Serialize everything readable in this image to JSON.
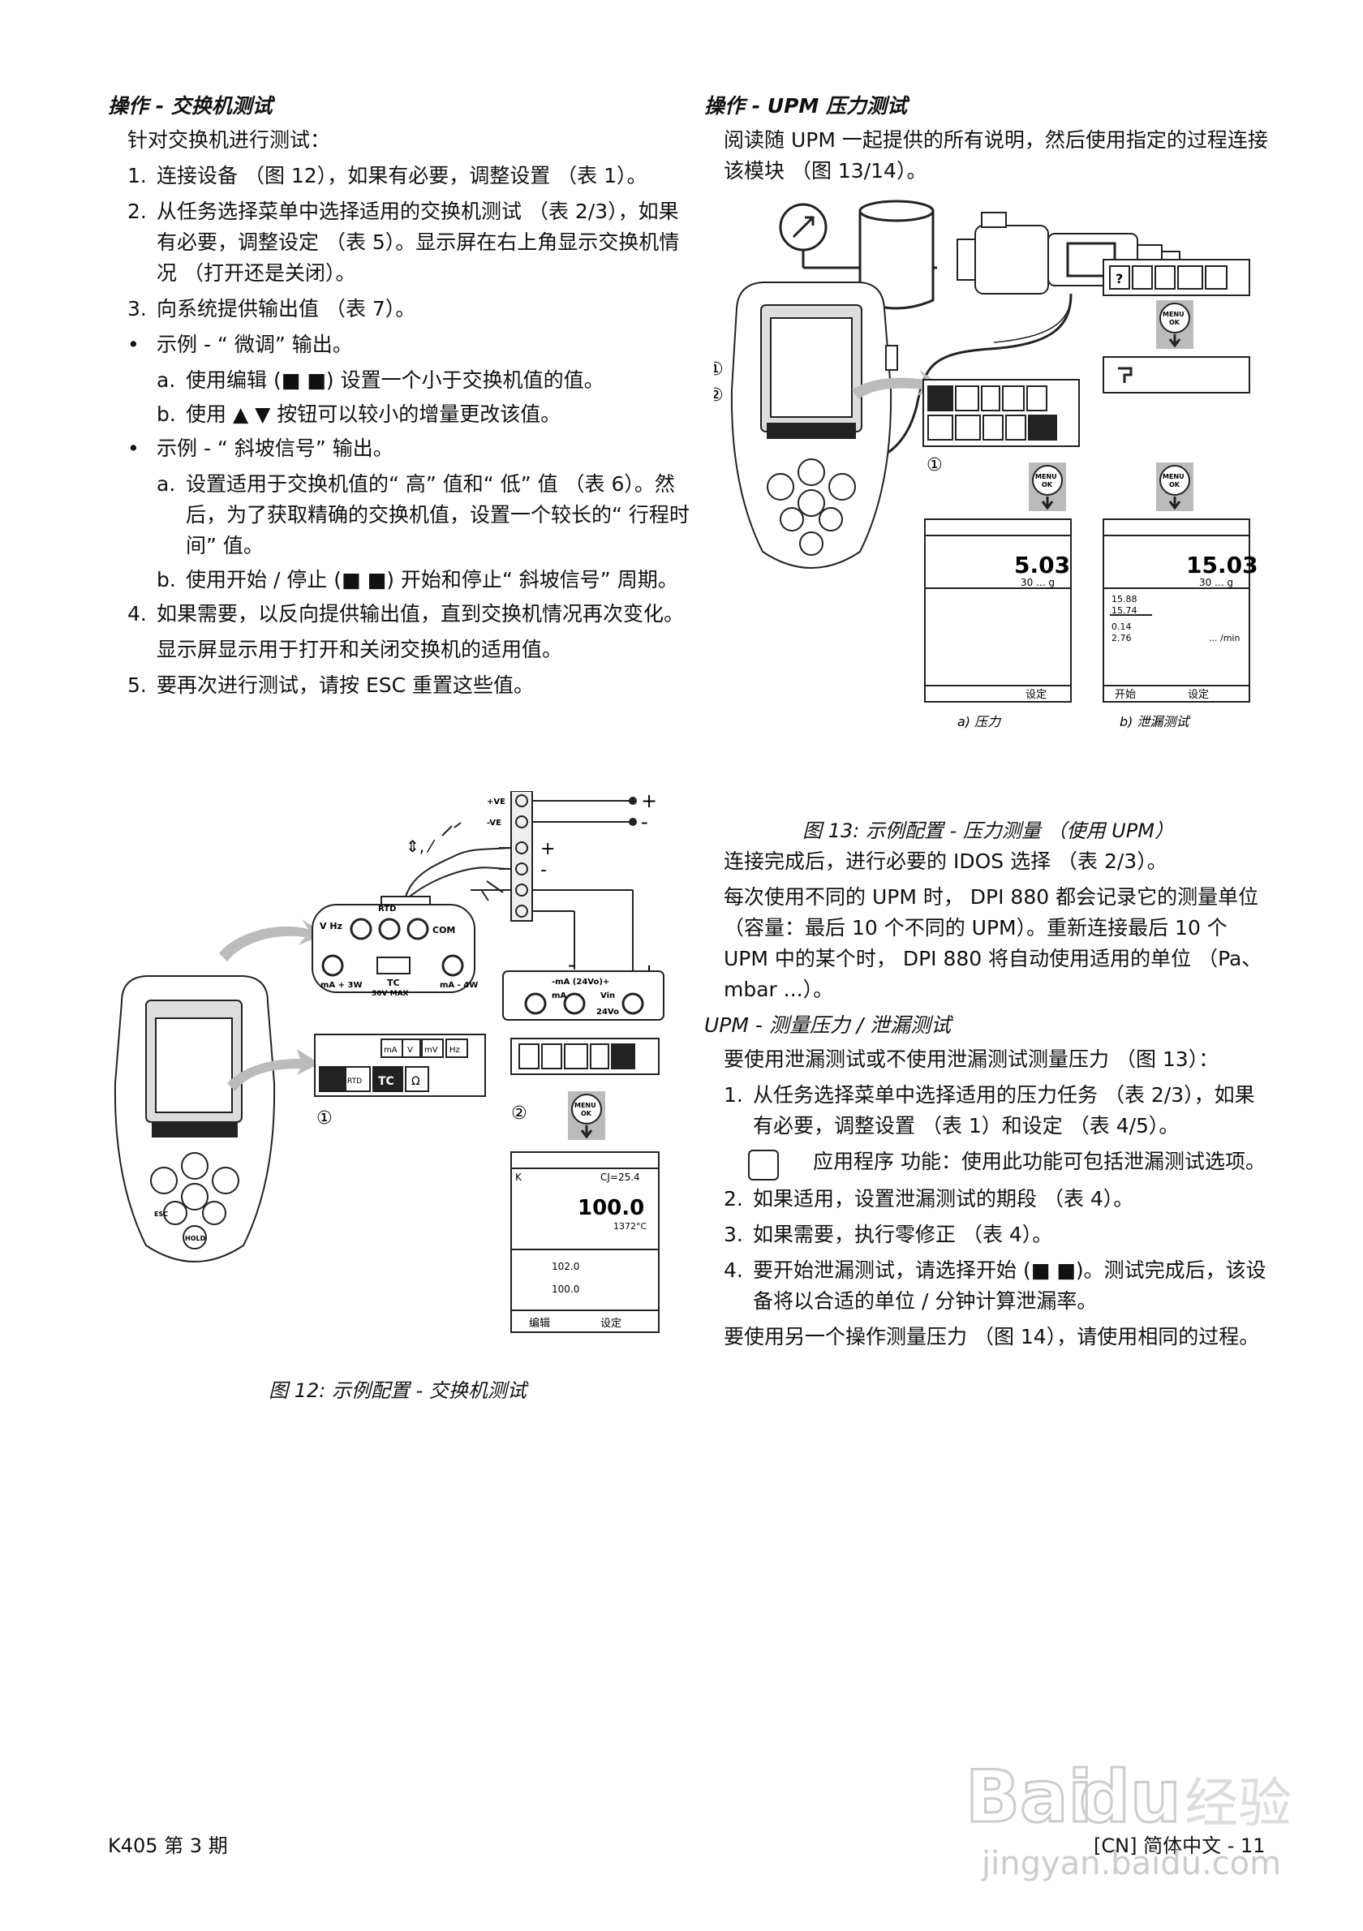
{
  "left": {
    "heading": "操作 - 交换机测试",
    "intro": "针对交换机进行测试：",
    "step1": {
      "num": "1.",
      "text": "连接设备 （图 12），如果有必要，调整设置 （表 1）。"
    },
    "step2": {
      "num": "2.",
      "text": "从任务选择菜单中选择适用的交换机测试 （表 2/3），如果有必要，调整设定 （表 5）。显示屏在右上角显示交换机情况 （打开还是关闭）。"
    },
    "step3": {
      "num": "3.",
      "text": "向系统提供输出值 （表 7）。"
    },
    "bullet1": {
      "num": "•",
      "text": "示例 - “ 微调” 输出。"
    },
    "b1a": {
      "num": "a.",
      "text": "使用编辑 (■ ■) 设置一个小于交换机值的值。"
    },
    "b1b": {
      "num": "b.",
      "text": "使用 ▲ ▼ 按钮可以较小的增量更改该值。"
    },
    "bullet2": {
      "num": "•",
      "text": "示例 - “ 斜坡信号” 输出。"
    },
    "b2a": {
      "num": "a.",
      "text": "设置适用于交换机值的“ 高” 值和“ 低” 值 （表 6）。然后，为了获取精确的交换机值，设置一个较长的“ 行程时间” 值。"
    },
    "b2b": {
      "num": "b.",
      "text": "使用开始 / 停止 (■ ■) 开始和停止“ 斜坡信号” 周期。"
    },
    "step4": {
      "num": "4.",
      "text": "如果需要，以反向提供输出值，直到交换机情况再次变化。"
    },
    "step4note": "显示屏显示用于打开和关闭交换机的适用值。",
    "step5": {
      "num": "5.",
      "text": "要再次进行测试，请按 ESC 重置这些值。"
    },
    "fig12": {
      "caption": "图 12: 示例配置 - 交换机测试",
      "term_pve": "+VE",
      "term_nve": "-VE",
      "plus": "+",
      "minus": "-",
      "v_hz": "V\nHz",
      "rtd": "RTD",
      "com": "COM",
      "ma3w": "mA +\n3W",
      "ma4w": "mA -\n4W",
      "tc": "TC",
      "max": "30V MAX",
      "ma24": "-mA (24Vo)+",
      "ma": "mA",
      "vin": "Vin",
      "v24": "24Vo",
      "m1": "①",
      "m2": "②",
      "menu": "MENU",
      "ok": "OK",
      "cj": "CJ=25.4",
      "k": "K",
      "big": "100.0",
      "sub": "1372°C",
      "r1": "102.0",
      "r2": "100.0",
      "soft1": "编辑",
      "soft2": "设定",
      "mA": "mA",
      "V": "V",
      "mV": "mV",
      "Hz": "Hz",
      "RTD": "RTD",
      "TC": "TC",
      "ohm": "Ω",
      "esc": "ESC",
      "hold": "HOLD"
    }
  },
  "right": {
    "heading": "操作 - UPM 压力测试",
    "intro": "阅读随 UPM 一起提供的所有说明，然后使用指定的过程连接该模块 （图 13/14）。",
    "fig13": {
      "caption": "图 13: 示例配置 - 压力测量 （使用 UPM）",
      "sub_a": "a) 压力",
      "sub_b": "b) 泄漏测试",
      "val_a": "5.03",
      "range_a": "30 ... g",
      "val_b": "15.03",
      "range_b": "30 ... g",
      "l1": "15.88",
      "l2": "15.74",
      "l3": "0.14",
      "l4": "2.76",
      "rate": "... /min",
      "soft_a": "设定",
      "soft_b1": "开始",
      "soft_b2": "设定",
      "menu": "MENU",
      "ok": "OK",
      "m1": "①",
      "m2": "②",
      "q": "?"
    },
    "p1": "连接完成后，进行必要的 IDOS 选择 （表 2/3）。",
    "p2": "每次使用不同的 UPM 时， DPI 880 都会记录它的测量单位 （容量：最后 10 个不同的 UPM）。重新连接最后 10 个 UPM 中的某个时， DPI 880 将自动使用适用的单位 （Pa、 mbar ...）。",
    "subheading": "UPM - 测量压力 / 泄漏测试",
    "p3": "要使用泄漏测试或不使用泄漏测试测量压力 （图 13）：",
    "step1": {
      "num": "1.",
      "text": "从任务选择菜单中选择适用的压力任务 （表 2/3），如果有必要，调整设置 （表 1）和设定 （表 4/5）。"
    },
    "note": "应用程序 功能：使用此功能可包括泄漏测试选项。",
    "step2": {
      "num": "2.",
      "text": "如果适用，设置泄漏测试的期段 （表 4）。"
    },
    "step3": {
      "num": "3.",
      "text": "如果需要，执行零修正 （表 4）。"
    },
    "step4": {
      "num": "4.",
      "text": "要开始泄漏测试，请选择开始 (■ ■)。测试完成后，该设备将以合适的单位 / 分钟计算泄漏率。"
    },
    "p4": "要使用另一个操作测量压力 （图 14），请使用相同的过程。"
  },
  "footer": {
    "left": "K405 第 3 期",
    "right": "[CN] 简体中文 - 11"
  },
  "watermark": {
    "brand": "Bai",
    "du": "du",
    "jy": "经验",
    "url": "jingyan.baidu.com"
  }
}
